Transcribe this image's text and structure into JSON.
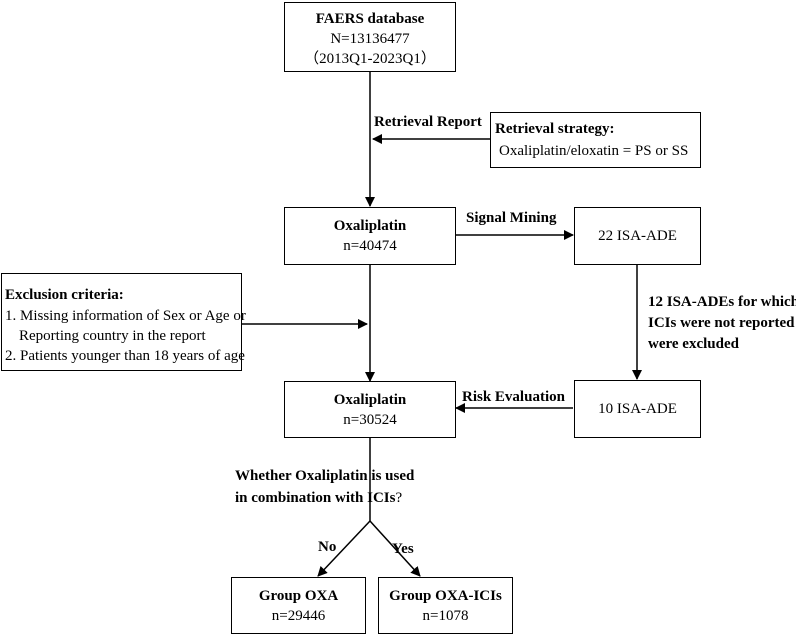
{
  "top_box": {
    "title": "FAERS database",
    "count": "N=13136477",
    "range": "（2013Q1-2023Q1）"
  },
  "retrieval": {
    "arrow_label": "Retrieval Report",
    "strategy_title": "Retrieval strategy:",
    "strategy_text": "Oxaliplatin/eloxatin = PS or SS"
  },
  "oxa_box_1": {
    "title": "Oxaliplatin",
    "count": "n=40474"
  },
  "signal": {
    "arrow_label": "Signal Mining",
    "box_text": "22 ISA-ADE"
  },
  "exclusion": {
    "title": "Exclusion criteria:",
    "item1_line1": "1. Missing information of Sex or Age or",
    "item1_line2": "Reporting country in the report",
    "item2": "2. Patients younger than 18 years of age"
  },
  "excluded_note": {
    "line1": "12 ISA-ADEs for which",
    "line2": "ICIs were not reported",
    "line3": "were excluded"
  },
  "oxa_box_2": {
    "title": "Oxaliplatin",
    "count": "n=30524"
  },
  "risk": {
    "arrow_label": "Risk Evaluation",
    "box_text": "10 ISA-ADE"
  },
  "question": {
    "line1": "Whether Oxaliplatin is used",
    "line2": "in combination with ICIs",
    "suffix": "?"
  },
  "branch": {
    "no_label": "No",
    "yes_label": "Yes"
  },
  "group_oxa": {
    "title": "Group OXA",
    "count": "n=29446"
  },
  "group_oxa_ici": {
    "title": "Group OXA-ICIs",
    "count": "n=1078"
  }
}
